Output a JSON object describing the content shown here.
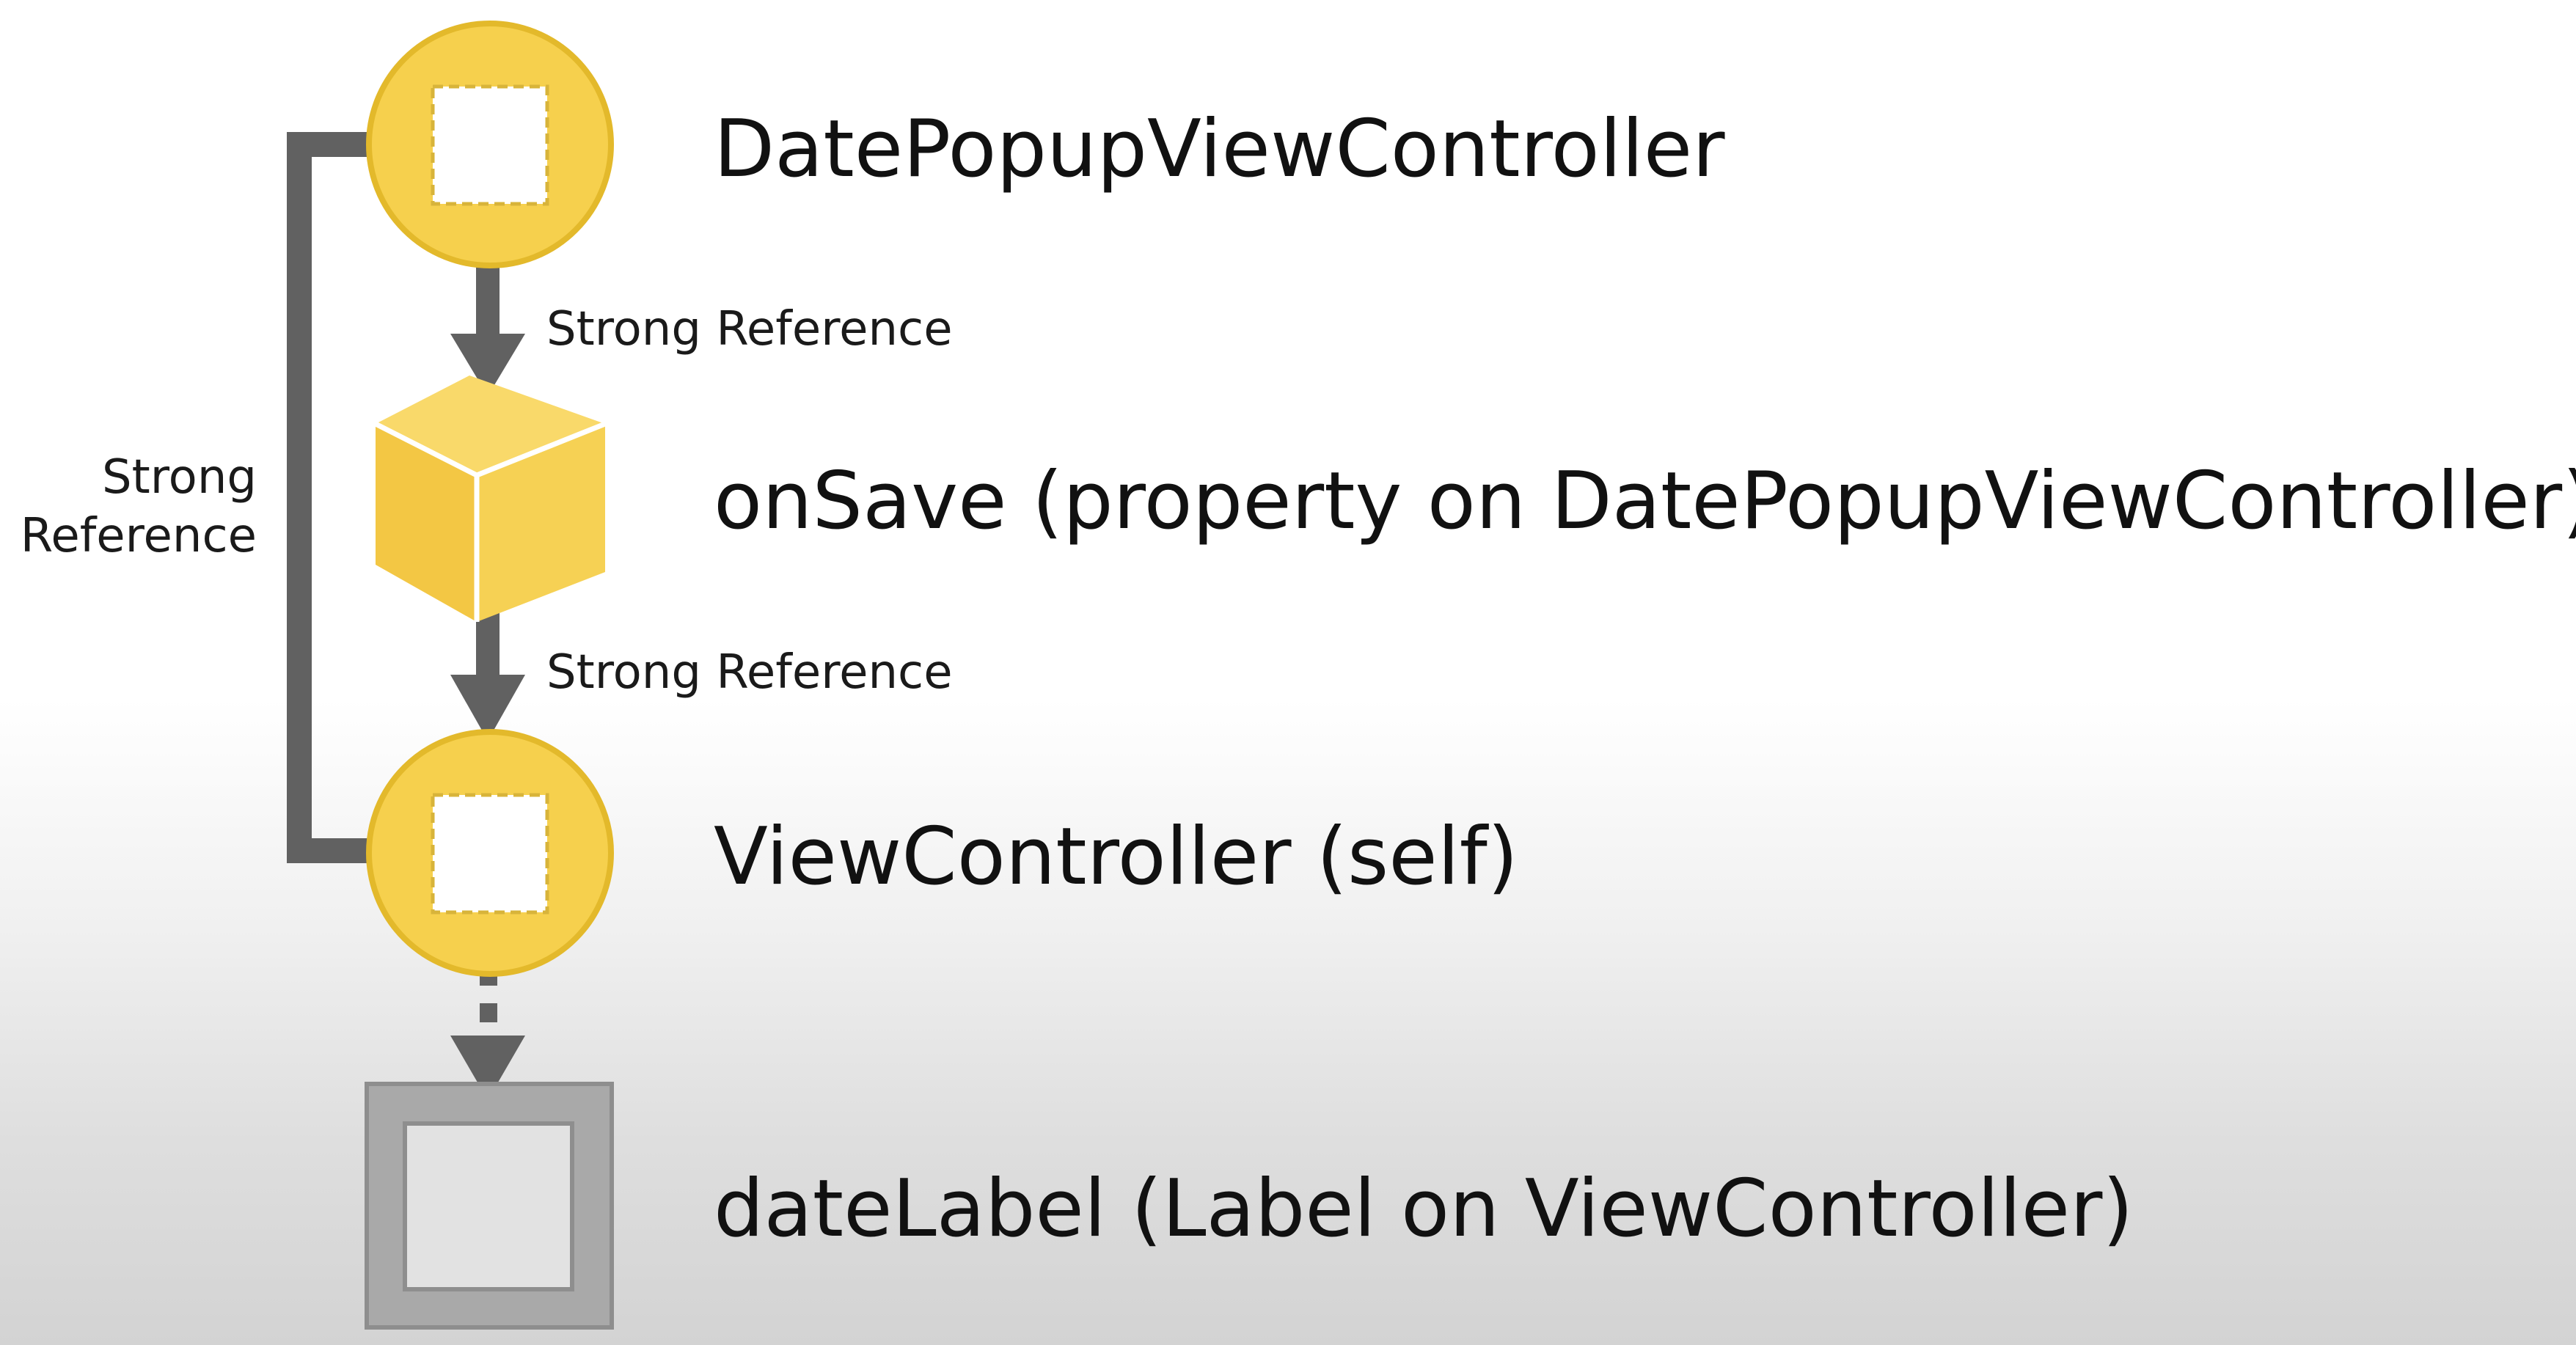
{
  "colors": {
    "node_fill": "#f6d04d",
    "node_stroke": "#e3b92b",
    "arrow": "#616161",
    "label_box_outer": "#a9a9a9",
    "label_box_inner": "#e2e2e2"
  },
  "nodes": [
    {
      "id": "date-popup",
      "label": "DatePopupViewController",
      "icon": "object-circle-icon"
    },
    {
      "id": "on-save",
      "label": "onSave (property on DatePopupViewController)",
      "icon": "cube-icon"
    },
    {
      "id": "view-controller",
      "label": "ViewController (self)",
      "icon": "object-circle-icon"
    },
    {
      "id": "date-label",
      "label": "dateLabel (Label on ViewController)",
      "icon": "label-box-icon"
    }
  ],
  "edges": [
    {
      "from": "date-popup",
      "to": "on-save",
      "label": "Strong Reference",
      "style": "solid"
    },
    {
      "from": "on-save",
      "to": "view-controller",
      "label": "Strong Reference",
      "style": "solid"
    },
    {
      "from": "view-controller",
      "to": "date-popup",
      "label_lines": [
        "Strong",
        "Reference"
      ],
      "style": "solid"
    },
    {
      "from": "view-controller",
      "to": "date-label",
      "label": "",
      "style": "dashed"
    }
  ]
}
